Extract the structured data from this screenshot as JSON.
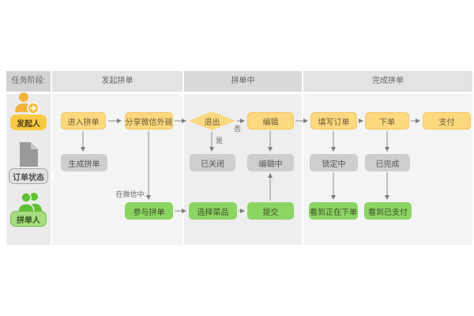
{
  "header": {
    "task_phase_label": "任务阶段:",
    "phases": [
      {
        "label": "发起拼单"
      },
      {
        "label": "拼单中"
      },
      {
        "label": "完成拼单"
      }
    ]
  },
  "sidebar": {
    "roles": [
      {
        "label": "发起人",
        "icon": "person-add-icon",
        "color": "#fbc944"
      },
      {
        "label": "订单状态",
        "icon": "document-icon",
        "color": "#e2e2e2"
      },
      {
        "label": "拼单人",
        "icon": "people-icon",
        "color": "#a8dc80"
      }
    ]
  },
  "flow": {
    "nodes": {
      "enter": {
        "label": "进入拼单",
        "type": "action"
      },
      "share": {
        "label": "分享微信外链",
        "type": "action"
      },
      "generate": {
        "label": "生成拼单",
        "type": "status"
      },
      "exit_decision": {
        "label": "退出",
        "type": "decision"
      },
      "closed": {
        "label": "已关闭",
        "type": "status"
      },
      "edit": {
        "label": "编辑",
        "type": "action"
      },
      "editing": {
        "label": "编辑中",
        "type": "status"
      },
      "fill_order": {
        "label": "填写订单",
        "type": "action"
      },
      "place_order": {
        "label": "下单",
        "type": "action"
      },
      "pay": {
        "label": "支付",
        "type": "action"
      },
      "locking": {
        "label": "锁定中",
        "type": "status"
      },
      "completed": {
        "label": "已完成",
        "type": "status"
      },
      "join": {
        "label": "参与拼单",
        "type": "joiner"
      },
      "choose_dishes": {
        "label": "选择菜品",
        "type": "joiner"
      },
      "submit": {
        "label": "提交",
        "type": "joiner"
      },
      "see_ordering": {
        "label": "看到正在下单",
        "type": "joiner"
      },
      "see_paid": {
        "label": "看到已支付",
        "type": "joiner"
      }
    },
    "edge_labels": {
      "yes": "是",
      "no": "否",
      "in_wechat": "在微信中:"
    }
  },
  "colors": {
    "action_yellow": "#fcd87e",
    "status_gray": "#cecece",
    "joiner_green": "#8cd563",
    "initiator_accent": "#fbc944",
    "joiner_accent": "#5fc231",
    "arrow_gray": "#8a8a8a"
  }
}
